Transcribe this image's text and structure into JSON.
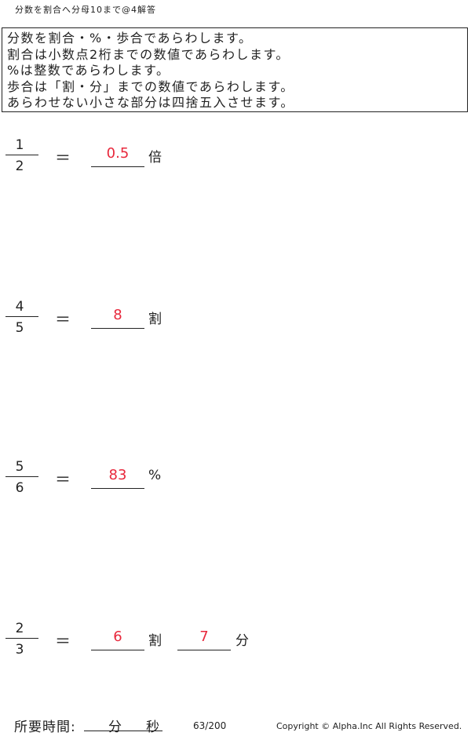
{
  "header": {
    "title": "分数を割合へ分母10まで@4解答"
  },
  "instructions": [
    "分数を割合・%・歩合であらわします。",
    "割合は小数点2桁までの数値であらわします。",
    "%は整数であらわします。",
    "歩合は「割・分」までの数値であらわします。",
    "あらわせない小さな部分は四捨五入させます。"
  ],
  "equals": "＝",
  "problems": [
    {
      "numerator": "1",
      "denominator": "2",
      "answer1": "0.5",
      "unit1": "倍"
    },
    {
      "numerator": "4",
      "denominator": "5",
      "answer1": "8",
      "unit1": "割"
    },
    {
      "numerator": "5",
      "denominator": "6",
      "answer1": "83",
      "unit1": "%"
    },
    {
      "numerator": "2",
      "denominator": "3",
      "answer1": "6",
      "unit1": "割",
      "answer2": "7",
      "unit2": "分"
    }
  ],
  "footer": {
    "time_label": "所要時間:",
    "minutes_label": "分",
    "seconds_label": "秒",
    "page": "63/200",
    "copyright": "Copyright ©  Alpha.Inc All Rights Reserved."
  },
  "colors": {
    "answer": "#e8283c",
    "text": "#222222"
  }
}
